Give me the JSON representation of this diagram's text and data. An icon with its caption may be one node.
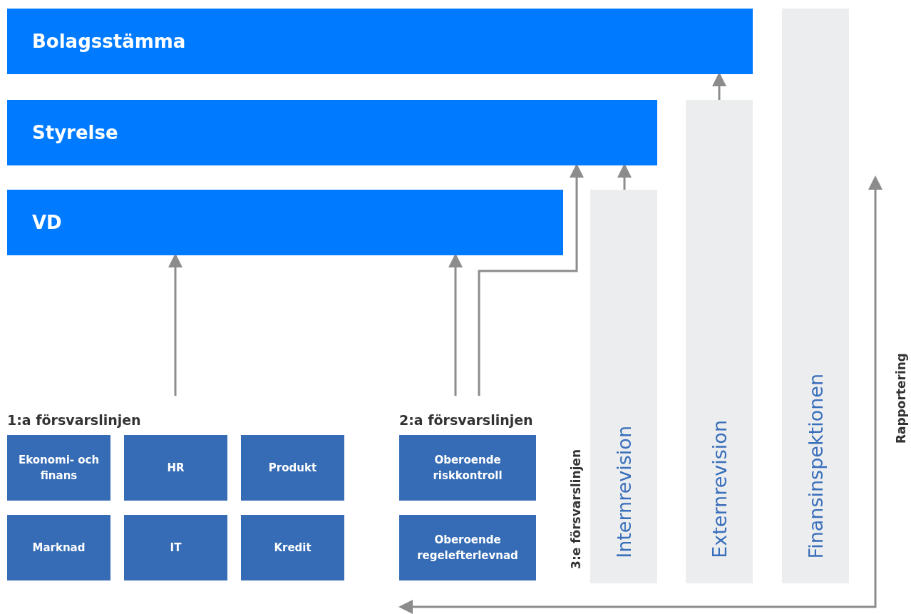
{
  "diagram": {
    "nodes": [
      {
        "text": [
          "Bolagsstämma"
        ]
      },
      {
        "text": [
          "Styrelse"
        ]
      },
      {
        "text": [
          "VD"
        ]
      },
      {
        "text": [
          "1:a försvarslinjen"
        ]
      },
      {
        "text": [
          "Ekonomi- och finans"
        ]
      },
      {
        "text": [
          "HR"
        ]
      },
      {
        "text": [
          "Produkt"
        ]
      },
      {
        "text": [
          "Marknad"
        ]
      },
      {
        "text": [
          "IT"
        ]
      },
      {
        "text": [
          "Kredit"
        ]
      },
      {
        "text": [
          "2:a försvarslinjen"
        ]
      },
      {
        "text": [
          "Oberoende riskkontroll"
        ]
      },
      {
        "text": [
          "Oberoende regelefterlevnad"
        ]
      },
      {
        "text": [
          "Internrevision"
        ]
      },
      {
        "text": [
          "Externrevision"
        ]
      },
      {
        "text": [
          "Finansinspektionen"
        ]
      }
    ],
    "edges": [
      {
        "from": 3,
        "to": 2,
        "arrow": "to"
      },
      {
        "from": 10,
        "to": 2,
        "arrow": "to"
      },
      {
        "from": 10,
        "to": 1,
        "arrow": "to"
      },
      {
        "from": 13,
        "to": 1,
        "arrow": "to"
      },
      {
        "from": 14,
        "to": 0,
        "arrow": "to"
      },
      {
        "from": 12,
        "to": 15,
        "arrow": "both"
      }
    ],
    "labels": [
      "3:e försvarslinjen",
      "Rapportering"
    ]
  }
}
